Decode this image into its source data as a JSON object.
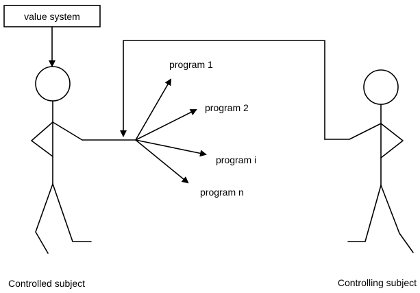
{
  "value_box": {
    "label": "value system"
  },
  "programs": [
    {
      "label": "program 1"
    },
    {
      "label": "program 2"
    },
    {
      "label": "program i"
    },
    {
      "label": "program n"
    }
  ],
  "figures": {
    "controlled_label": "Controlled subject",
    "controlling_label": "Controlling subject"
  },
  "colors": {
    "ink": "#000000",
    "background": "#ffffff"
  }
}
